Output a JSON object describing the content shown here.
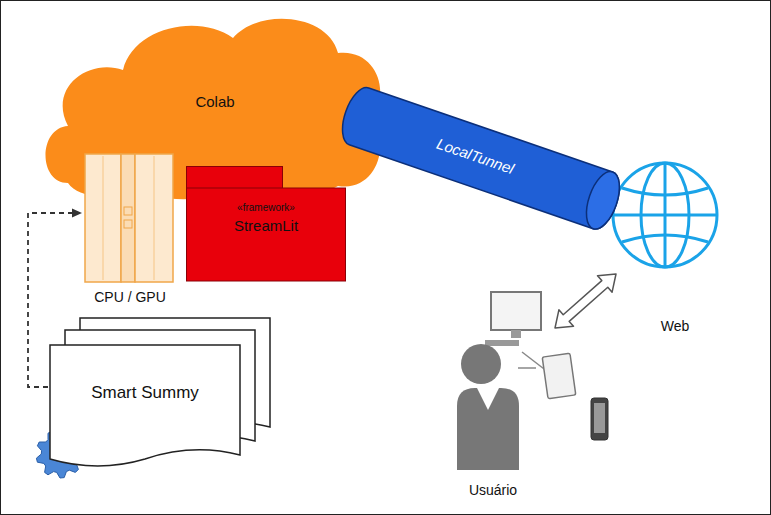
{
  "diagram": {
    "nodes": [
      {
        "text": [
          "Colab"
        ]
      },
      {
        "text": [
          "CPU / GPU"
        ]
      },
      {
        "text": [
          "«framework»",
          "StreamLit"
        ]
      },
      {
        "text": [
          "LocalTunnel"
        ]
      },
      {
        "text": [
          "Web"
        ]
      },
      {
        "text": [
          "Smart Summy"
        ]
      },
      {
        "text": [
          "Usuário"
        ]
      }
    ],
    "edges": [
      {
        "from": 5,
        "to": 1,
        "arrow": "to"
      },
      {
        "from": 6,
        "to": 4,
        "arrow": "both"
      }
    ]
  }
}
